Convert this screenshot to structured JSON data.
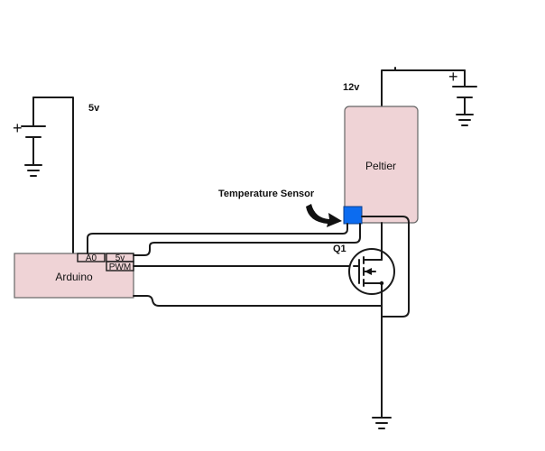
{
  "labels": {
    "arduino": "Arduino",
    "peltier": "Peltier",
    "supply_left": "5v",
    "supply_right": "12v",
    "temp_sensor": "Temperature Sensor",
    "mosfet": "Q1",
    "pin_a0": "A0",
    "pin_5v": "5v",
    "pin_pwm": "PWM",
    "battery_plus_left": "+",
    "battery_plus_right": "+"
  },
  "colors": {
    "component_fill": "#efd3d6",
    "component_stroke": "#666666",
    "sensor_fill": "#0c6cf0",
    "wire": "#1a1a1a"
  }
}
